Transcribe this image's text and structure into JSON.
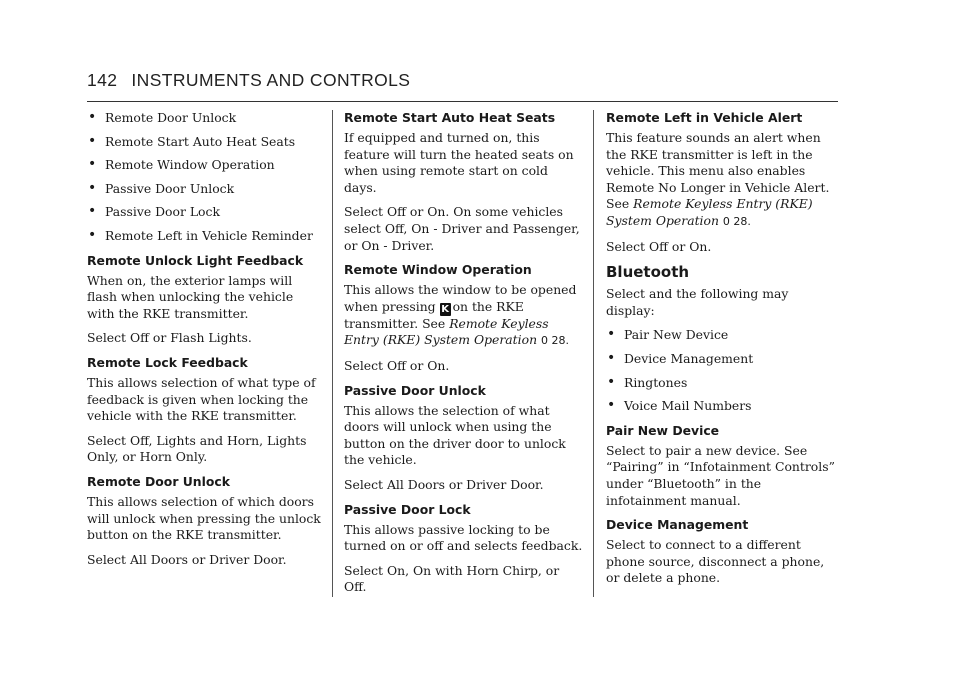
{
  "header": {
    "page_number": "142",
    "section": "INSTRUMENTS AND CONTROLS"
  },
  "col1": {
    "bullets": [
      "Remote Door Unlock",
      "Remote Start Auto Heat Seats",
      "Remote Window Operation",
      "Passive Door Unlock",
      "Passive Door Lock",
      "Remote Left in Vehicle Reminder"
    ],
    "s1_title": "Remote Unlock Light Feedback",
    "s1_p1": "When on, the exterior lamps will flash when unlocking the vehicle with the RKE transmitter.",
    "s1_p2": "Select Off or Flash Lights.",
    "s2_title": "Remote Lock Feedback",
    "s2_p1": "This allows selection of what type of feedback is given when locking the vehicle with the RKE transmitter.",
    "s2_p2": "Select Off, Lights and Horn, Lights Only, or Horn Only.",
    "s3_title": "Remote Door Unlock",
    "s3_p1": "This allows selection of which doors will unlock when pressing the unlock button on the RKE transmitter.",
    "s3_p2": "Select All Doors or Driver Door."
  },
  "col2": {
    "s1_title": "Remote Start Auto Heat Seats",
    "s1_p1": "If equipped and turned on, this feature will turn the heated seats on when using remote start on cold days.",
    "s1_p2": "Select Off or On. On some vehicles select Off, On - Driver and Passenger, or On - Driver.",
    "s2_title": "Remote Window Operation",
    "s2_p1a": "This allows the window to be opened when pressing",
    "s2_key": "K",
    "s2_p1b": "on the RKE transmitter. See",
    "s2_ref": "Remote Keyless Entry (RKE) System Operation",
    "s2_pageref": "0 28.",
    "s2_p2": "Select Off or On.",
    "s3_title": "Passive Door Unlock",
    "s3_p1": "This allows the selection of what doors will unlock when using the button on the driver door to unlock the vehicle.",
    "s3_p2": "Select All Doors or Driver Door.",
    "s4_title": "Passive Door Lock",
    "s4_p1": "This allows passive locking to be turned on or off and selects feedback.",
    "s4_p2": "Select On, On with Horn Chirp, or Off."
  },
  "col3": {
    "s1_title": "Remote Left in Vehicle Alert",
    "s1_p1a": "This feature sounds an alert when the RKE transmitter is left in the vehicle. This menu also enables Remote No Longer in Vehicle Alert. See",
    "s1_ref": "Remote Keyless Entry (RKE) System Operation",
    "s1_pageref": "0 28.",
    "s1_p2": "Select Off or On.",
    "bt_title": "Bluetooth",
    "bt_p1": "Select and the following may display:",
    "bullets": [
      "Pair New Device",
      "Device Management",
      "Ringtones",
      "Voice Mail Numbers"
    ],
    "s2_title": "Pair New Device",
    "s2_p1": "Select to pair a new device. See “Pairing” in “Infotainment Controls” under “Bluetooth” in the infotainment manual.",
    "s3_title": "Device Management",
    "s3_p1": "Select to connect to a different phone source, disconnect a phone, or delete a phone."
  }
}
